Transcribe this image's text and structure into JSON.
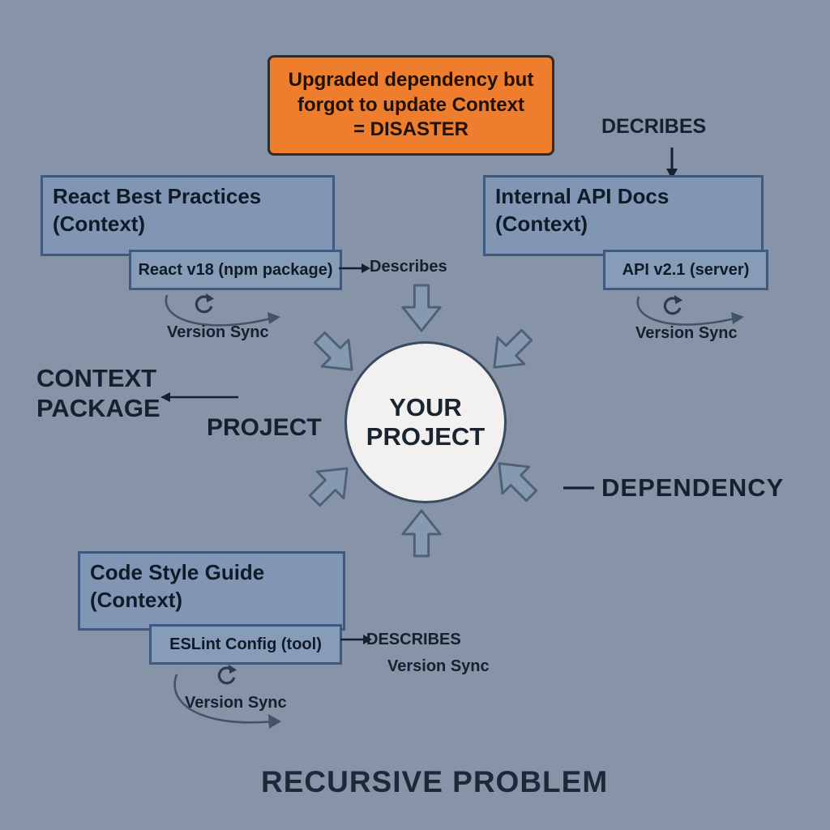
{
  "callout": {
    "text": "Upgraded dependency but\nforgot to update Context\n= DISASTER"
  },
  "labels": {
    "decribes_top": "DECRIBES",
    "describes_react": "Describes",
    "describes_style": "DESCRIBES",
    "version_sync_react": "Version Sync",
    "version_sync_api": "Version Sync",
    "version_sync_style": "Version Sync",
    "version_sync_right": "Version Sync",
    "context_package": "CONTEXT\nPACKAGE",
    "project": "PROJECT",
    "dependency": "DEPENDENCY",
    "recursive_problem": "RECURSIVE PROBLEM"
  },
  "boxes": {
    "react": {
      "title": "React Best Practices\n(Context)",
      "subtitle": "React v18 (npm package)"
    },
    "api": {
      "title": "Internal API Docs\n(Context)",
      "subtitle": "API v2.1 (server)"
    },
    "style": {
      "title": "Code Style Guide\n(Context)",
      "subtitle": "ESLint Config (tool)"
    }
  },
  "center": {
    "label": "YOUR\nPROJECT"
  },
  "icons": {
    "sync": "sync-circular-arrow-icon",
    "block_arrow": "block-arrow-icon"
  },
  "colors": {
    "background": "#8793a7",
    "box_fill": "#8096b3",
    "box_border": "#3f5a80",
    "callout_orange": "#ee7e2e",
    "circle_fill": "#f2f1ef",
    "arrow_fill": "#8599b0",
    "arrow_stroke": "#4e6077",
    "text": "#16202e"
  }
}
